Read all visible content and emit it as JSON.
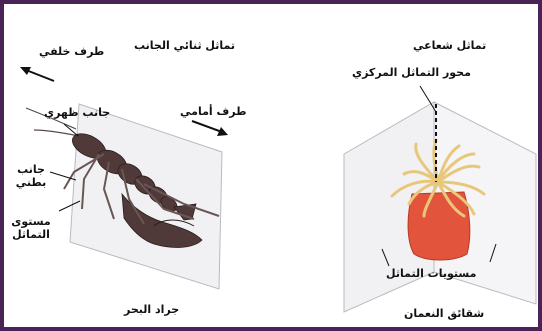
{
  "left": {
    "title": "تماثل ثنائي الجانب",
    "caption": "جراد البحر",
    "labels": {
      "posterior_end": "طرف خلفي",
      "anterior_end": "طرف أمامي",
      "dorsal_side": "جانب ظهري",
      "ventral_side": "جانب بطني",
      "plane_of_symmetry": "مستوى التماثل"
    }
  },
  "right": {
    "title": "تماثل شعاعي",
    "caption": "شقائق النعمان",
    "labels": {
      "central_axis": "محور التماثل المركزي",
      "planes_of_symmetry": "مستويات التماثل"
    }
  }
}
